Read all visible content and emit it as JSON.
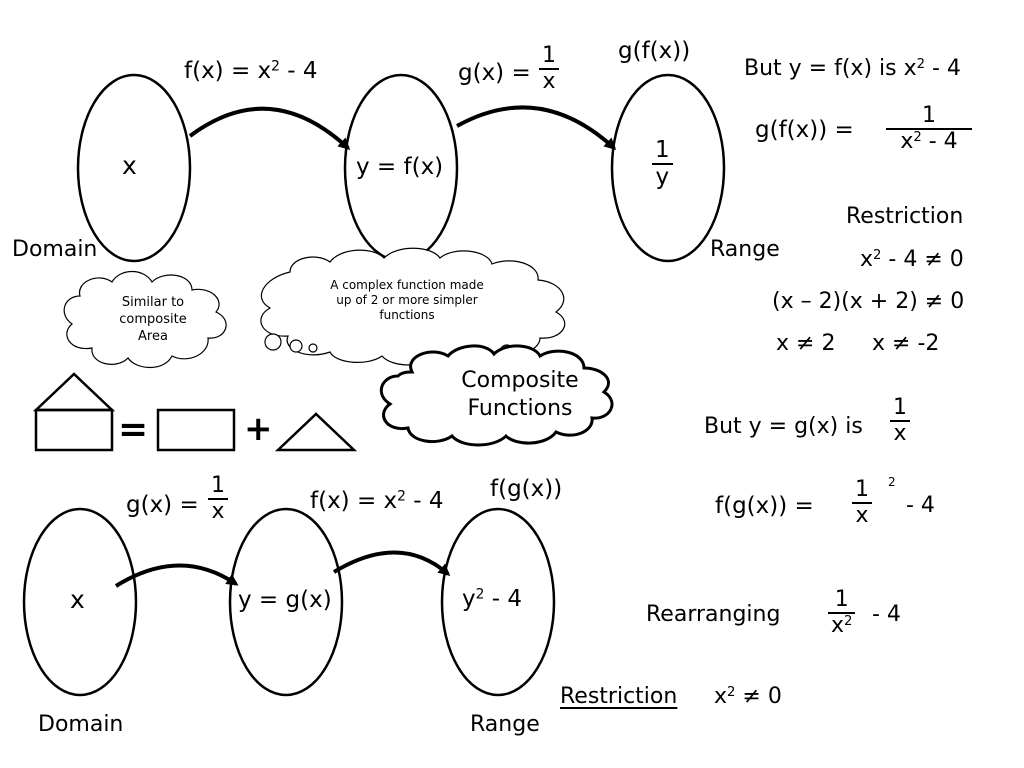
{
  "top": {
    "domain_label": "Domain",
    "range_label": "Range",
    "oval1_text": "x",
    "oval2_text": "y = f(x)",
    "oval3_num": "1",
    "oval3_den": "y",
    "arrow1_label_pre": "f(x) = x",
    "arrow1_label_exp": "2",
    "arrow1_label_post": " - 4",
    "arrow2_label_pre": "g(x) = ",
    "arrow2_num": "1",
    "arrow2_den": "x",
    "oval3_title": "g(f(x))"
  },
  "bottom": {
    "domain_label": "Domain",
    "range_label": "Range",
    "oval1_text": "x",
    "oval2_text": "y = g(x)",
    "oval3_pre": "y",
    "oval3_exp": "2",
    "oval3_post": " - 4",
    "arrow1_label_pre": "g(x) = ",
    "arrow1_num": "1",
    "arrow1_den": "x",
    "arrow2_label_pre": "f(x) = x",
    "arrow2_label_exp": "2",
    "arrow2_label_post": " - 4",
    "oval3_title": "f(g(x))"
  },
  "clouds": {
    "similar_line1": "Similar to",
    "similar_line2": "composite",
    "similar_line3": "Area",
    "definition_line1": "A complex function made",
    "definition_line2": "up of 2 or more simpler",
    "definition_line3": "functions",
    "main_line1": "Composite",
    "main_line2": "Functions"
  },
  "shapes": {
    "equals": "=",
    "plus": "+"
  },
  "right_top": {
    "but_pre": "But y = f(x) is x",
    "but_exp": "2",
    "but_post": " - 4",
    "gf_label": "g(f(x)) = ",
    "gf_num": "1",
    "gf_den_pre": "x",
    "gf_den_exp": "2",
    "gf_den_post": " - 4",
    "restriction_title": "Restriction",
    "r1_pre": "x",
    "r1_exp": "2",
    "r1_post": " - 4 ≠ 0",
    "r2": "(x – 2)(x + 2) ≠ 0",
    "r3a": "x  ≠ 2",
    "r3b": "x ≠ -2"
  },
  "right_bottom": {
    "but_pre": "But y = g(x) is ",
    "but_num": "1",
    "but_den": "x",
    "fg_label": "f(g(x)) = ",
    "fg_num": "1",
    "fg_den": "x",
    "fg_exp": "2",
    "fg_post": "- 4",
    "rearranging_label": "Rearranging",
    "rearr_num": "1",
    "rearr_den_pre": "x",
    "rearr_den_exp": "2",
    "rearr_post": "- 4",
    "restriction_label": "Restriction",
    "restriction_pre": "x",
    "restriction_exp": "2",
    "restriction_post": " ≠ 0"
  }
}
